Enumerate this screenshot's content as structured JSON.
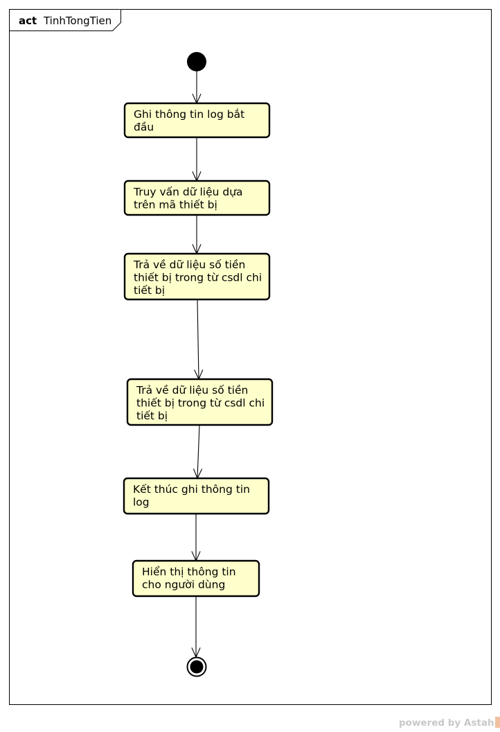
{
  "frame": {
    "kind": "act",
    "name": "TinhTongTien"
  },
  "actions": [
    {
      "lines": [
        "Ghi thông tin log bắt",
        "đầu"
      ]
    },
    {
      "lines": [
        "Truy vấn dữ liệu dựa",
        "trên mã thiết bị"
      ]
    },
    {
      "lines": [
        "Trả về dữ liệu số tiền",
        "thiết bị trong từ csdl chi",
        "tiết bị"
      ]
    },
    {
      "lines": [
        "Trả về dữ liệu số tiền",
        "thiết bị trong từ csdl chi",
        "tiết bị"
      ]
    },
    {
      "lines": [
        "Kết thúc ghi thông tin",
        "log"
      ]
    },
    {
      "lines": [
        "Hiển thị thông tin",
        "cho người dùng"
      ]
    }
  ],
  "watermark": "powered by Astah",
  "colors": {
    "action_fill": "#ffffcc",
    "stroke": "#000000",
    "watermark": "#c8c8c8"
  }
}
